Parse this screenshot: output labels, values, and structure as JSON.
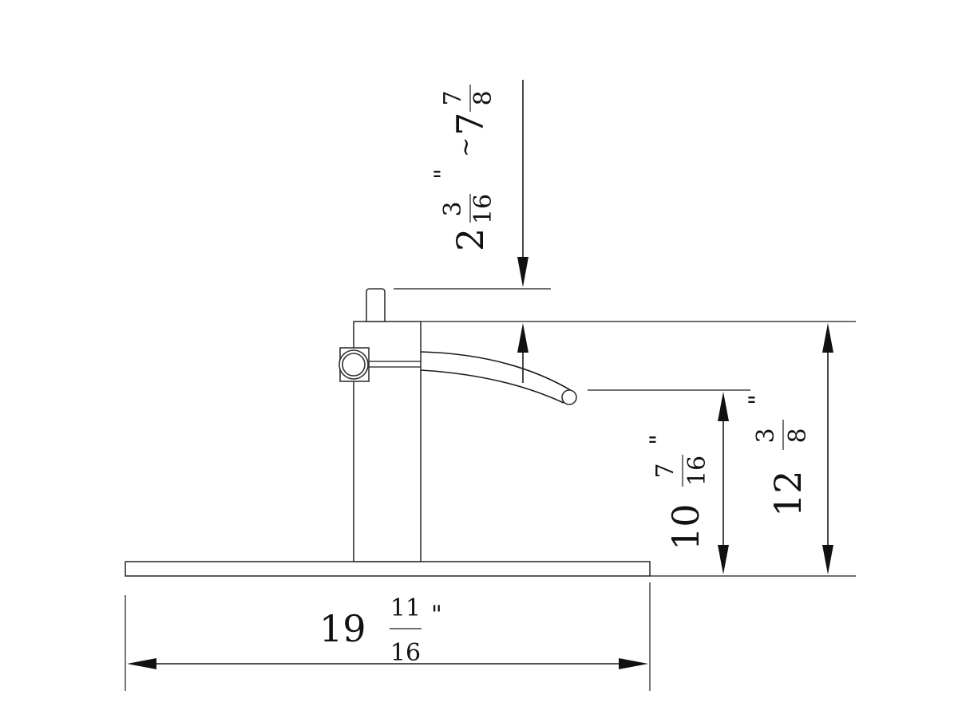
{
  "diagram": {
    "dimensions": {
      "spout_adjust": {
        "whole": "2",
        "numerator": "3",
        "denominator": "16",
        "inch_mark": "\"",
        "separator": "~",
        "whole_2": "7",
        "numerator_2": "7",
        "denominator_2": "8"
      },
      "spout_height": {
        "whole": "10",
        "numerator": "7",
        "denominator": "16",
        "inch_mark": "\""
      },
      "overall_height": {
        "whole": "12",
        "numerator": "3",
        "denominator": "8",
        "inch_mark": "\""
      },
      "base_length": {
        "whole": "19",
        "numerator": "11",
        "denominator": "16",
        "inch_mark": "\""
      }
    }
  }
}
